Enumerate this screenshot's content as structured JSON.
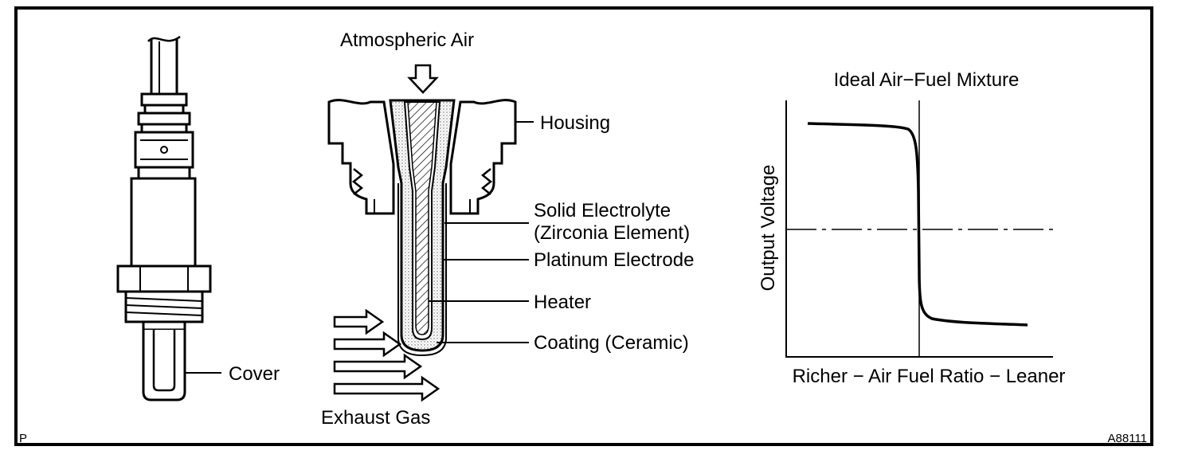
{
  "labels": {
    "atmospheric_air": "Atmospheric Air",
    "housing": "Housing",
    "solid_electrolyte_1": "Solid Electrolyte",
    "solid_electrolyte_2": "(Zirconia Element)",
    "platinum_electrode": "Platinum Electrode",
    "heater": "Heater",
    "coating": "Coating (Ceramic)",
    "exhaust_gas": "Exhaust Gas",
    "cover": "Cover"
  },
  "graph": {
    "title": "Ideal Air−Fuel Mixture",
    "ylabel": "Output Voltage",
    "xlabel": "Richer − Air Fuel Ratio − Leaner"
  },
  "corner": {
    "left": "P",
    "right": "A88111"
  }
}
